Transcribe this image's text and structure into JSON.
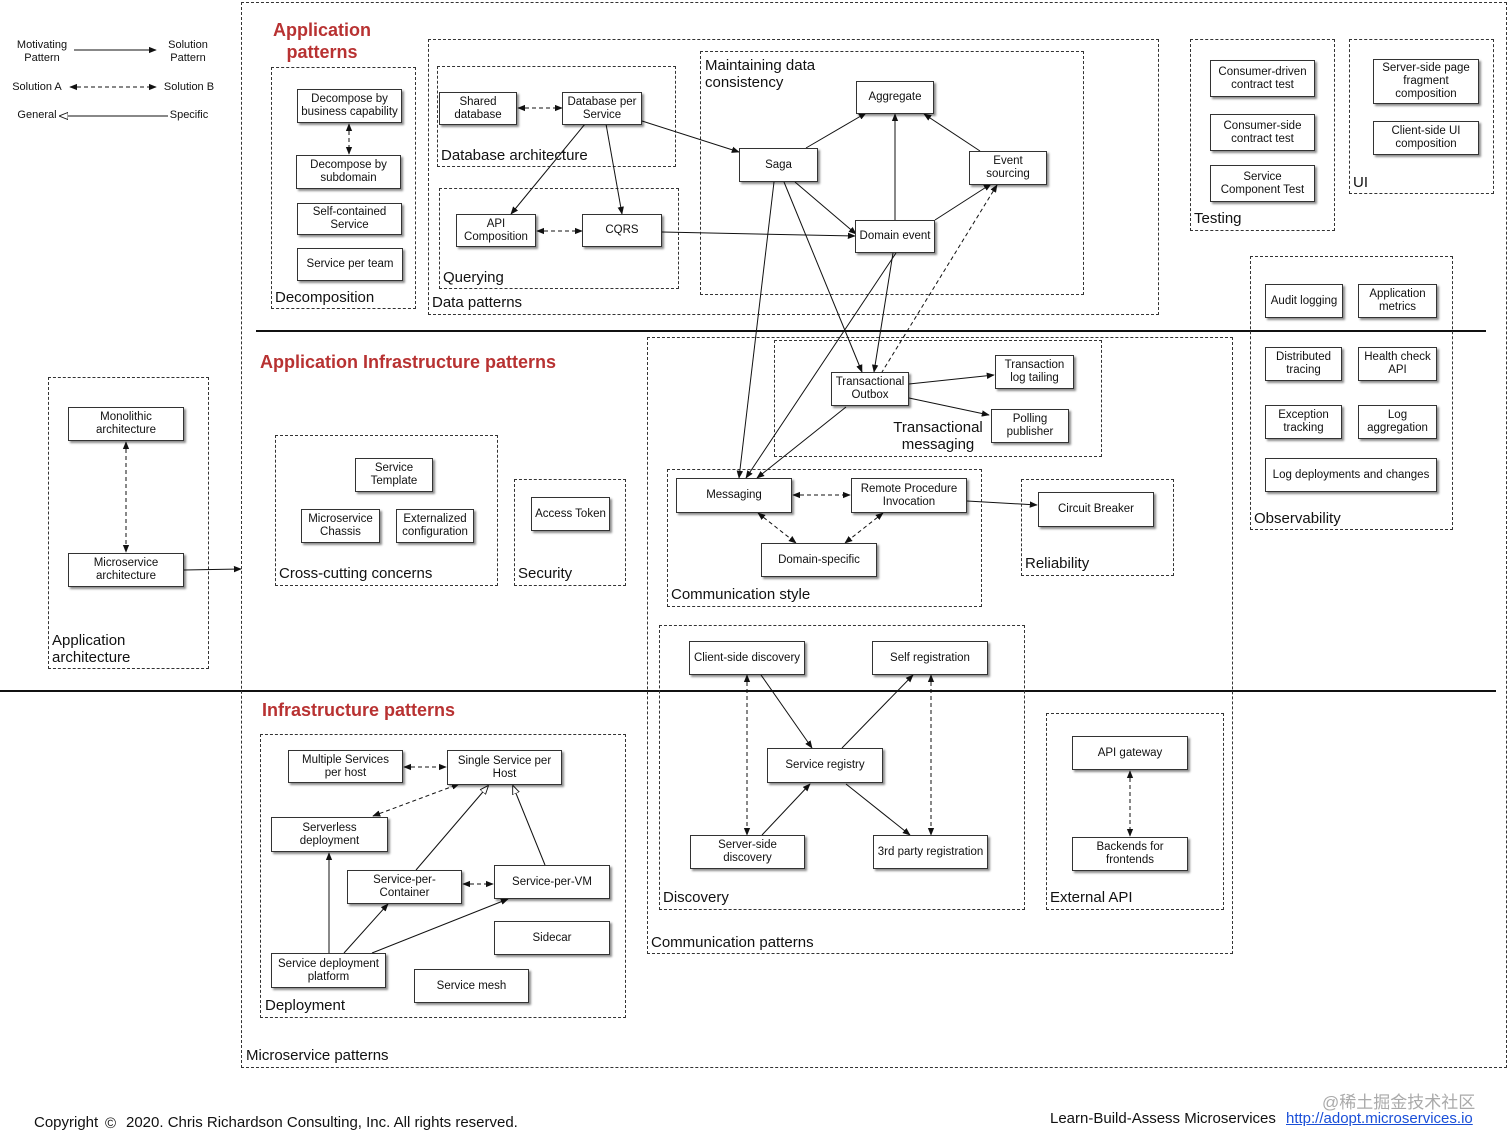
{
  "legend": {
    "motivating": "Motivating\nPattern",
    "solution": "Solution\nPattern",
    "solution_a": "Solution A",
    "solution_b": "Solution B",
    "general": "General",
    "specific": "Specific"
  },
  "sections": {
    "application_patterns": "Application\npatterns",
    "application_infrastructure_patterns": "Application Infrastructure patterns",
    "infrastructure_patterns": "Infrastructure patterns"
  },
  "groups": {
    "microservice_patterns": "Microservice patterns",
    "decomposition": "Decomposition",
    "data_patterns": "Data patterns",
    "database_architecture": "Database architecture",
    "querying": "Querying",
    "maintaining_data_consistency": "Maintaining data\nconsistency",
    "testing": "Testing",
    "ui": "UI",
    "observability": "Observability",
    "application_architecture": "Application\narchitecture",
    "cross_cutting_concerns": "Cross-cutting concerns",
    "security": "Security",
    "communication_patterns": "Communication patterns",
    "transactional_messaging": "Transactional\nmessaging",
    "communication_style": "Communication style",
    "reliability": "Reliability",
    "discovery": "Discovery",
    "external_api": "External API",
    "deployment": "Deployment"
  },
  "nodes": {
    "decompose_business": "Decompose by\nbusiness capability",
    "decompose_subdomain": "Decompose by\nsubdomain",
    "self_contained": "Self-contained\nService",
    "service_per_team": "Service per team",
    "shared_database": "Shared\ndatabase",
    "database_per_service": "Database per\nService",
    "api_composition": "API\nComposition",
    "cqrs": "CQRS",
    "aggregate": "Aggregate",
    "saga": "Saga",
    "event_sourcing": "Event\nsourcing",
    "domain_event": "Domain event",
    "consumer_driven": "Consumer-driven\ncontract test",
    "consumer_side": "Consumer-side\ncontract test",
    "service_component_test": "Service\nComponent Test",
    "server_side_page": "Server-side page\nfragment\ncomposition",
    "client_side_ui": "Client-side  UI\ncomposition",
    "audit_logging": "Audit logging",
    "application_metrics": "Application\nmetrics",
    "distributed_tracing": "Distributed\ntracing",
    "health_check": "Health check\nAPI",
    "exception_tracking": "Exception\ntracking",
    "log_aggregation": "Log\naggregation",
    "log_deployments": "Log deployments and changes",
    "monolithic": "Monolithic\narchitecture",
    "microservice_arch": "Microservice\narchitecture",
    "service_template": "Service\nTemplate",
    "microservice_chassis": "Microservice\nChassis",
    "externalized_config": "Externalized\nconfiguration",
    "access_token": "Access Token",
    "transactional_outbox": "Transactional\nOutbox",
    "transaction_log_tailing": "Transaction\nlog tailing",
    "polling_publisher": "Polling\npublisher",
    "messaging": "Messaging",
    "rpi": "Remote Procedure\nInvocation",
    "domain_specific": "Domain-specific",
    "circuit_breaker": "Circuit Breaker",
    "client_side_discovery": "Client-side discovery",
    "self_registration": "Self registration",
    "service_registry": "Service registry",
    "server_side_discovery": "Server-side\ndiscovery",
    "third_party_registration": "3rd party registration",
    "api_gateway": "API gateway",
    "bff": "Backends for\nfrontends",
    "multiple_services_per_host": "Multiple Services\nper host",
    "single_service_per_host": "Single Service per\nHost",
    "serverless": "Serverless\ndeployment",
    "service_per_container": "Service-per-\nContainer",
    "service_per_vm": "Service-per-VM",
    "sidecar": "Sidecar",
    "service_deployment_platform": "Service deployment\nplatform",
    "service_mesh": "Service mesh"
  },
  "footer": {
    "copyright_symbol": "©",
    "copyright": "Copyright",
    "copyright_text": "2020. Chris Richardson Consulting, Inc. All rights reserved.",
    "learn": "Learn-Build-Assess Microservices",
    "url": "http://adopt.microservices.io",
    "watermark": "@稀土掘金技术社区"
  },
  "colors": {
    "section_title": "#b83232",
    "link": "#1a4fd8",
    "line": "#111111"
  }
}
